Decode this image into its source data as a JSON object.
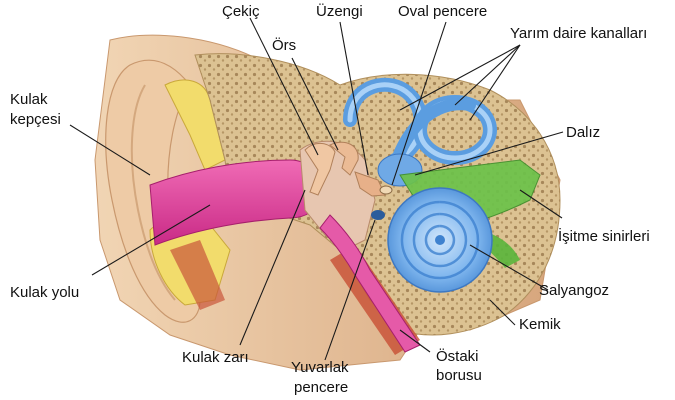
{
  "labels": {
    "cekic": "Çekiç",
    "uzengi": "Üzengi",
    "oval_pencere": "Oval pencere",
    "ors": "Örs",
    "yarim_daire": "Yarım daire kanalları",
    "kulak_kepcesi_1": "Kulak",
    "kulak_kepcesi_2": "kepçesi",
    "daliz": "Dalız",
    "isitme_sinirleri": "İşitme sinirleri",
    "kulak_yolu": "Kulak yolu",
    "salyangoz": "Salyangoz",
    "kemik": "Kemik",
    "kulak_zari": "Kulak zarı",
    "ostaki_1": "Östaki",
    "ostaki_2": "borusu",
    "yuvarlak_1": "Yuvarlak",
    "yuvarlak_2": "pencere"
  },
  "colors": {
    "skin": "#e9c9a3",
    "skin_shade": "#d4a27a",
    "cartilage": "#f3e07a",
    "canal": "#e0409a",
    "bone": "#d9bf8e",
    "bone_dots": "#a88658",
    "labyrinth": "#6aa9e6",
    "nerve": "#6cc24a",
    "muscle": "#c8553d",
    "ossicle": "#e8b08a"
  }
}
